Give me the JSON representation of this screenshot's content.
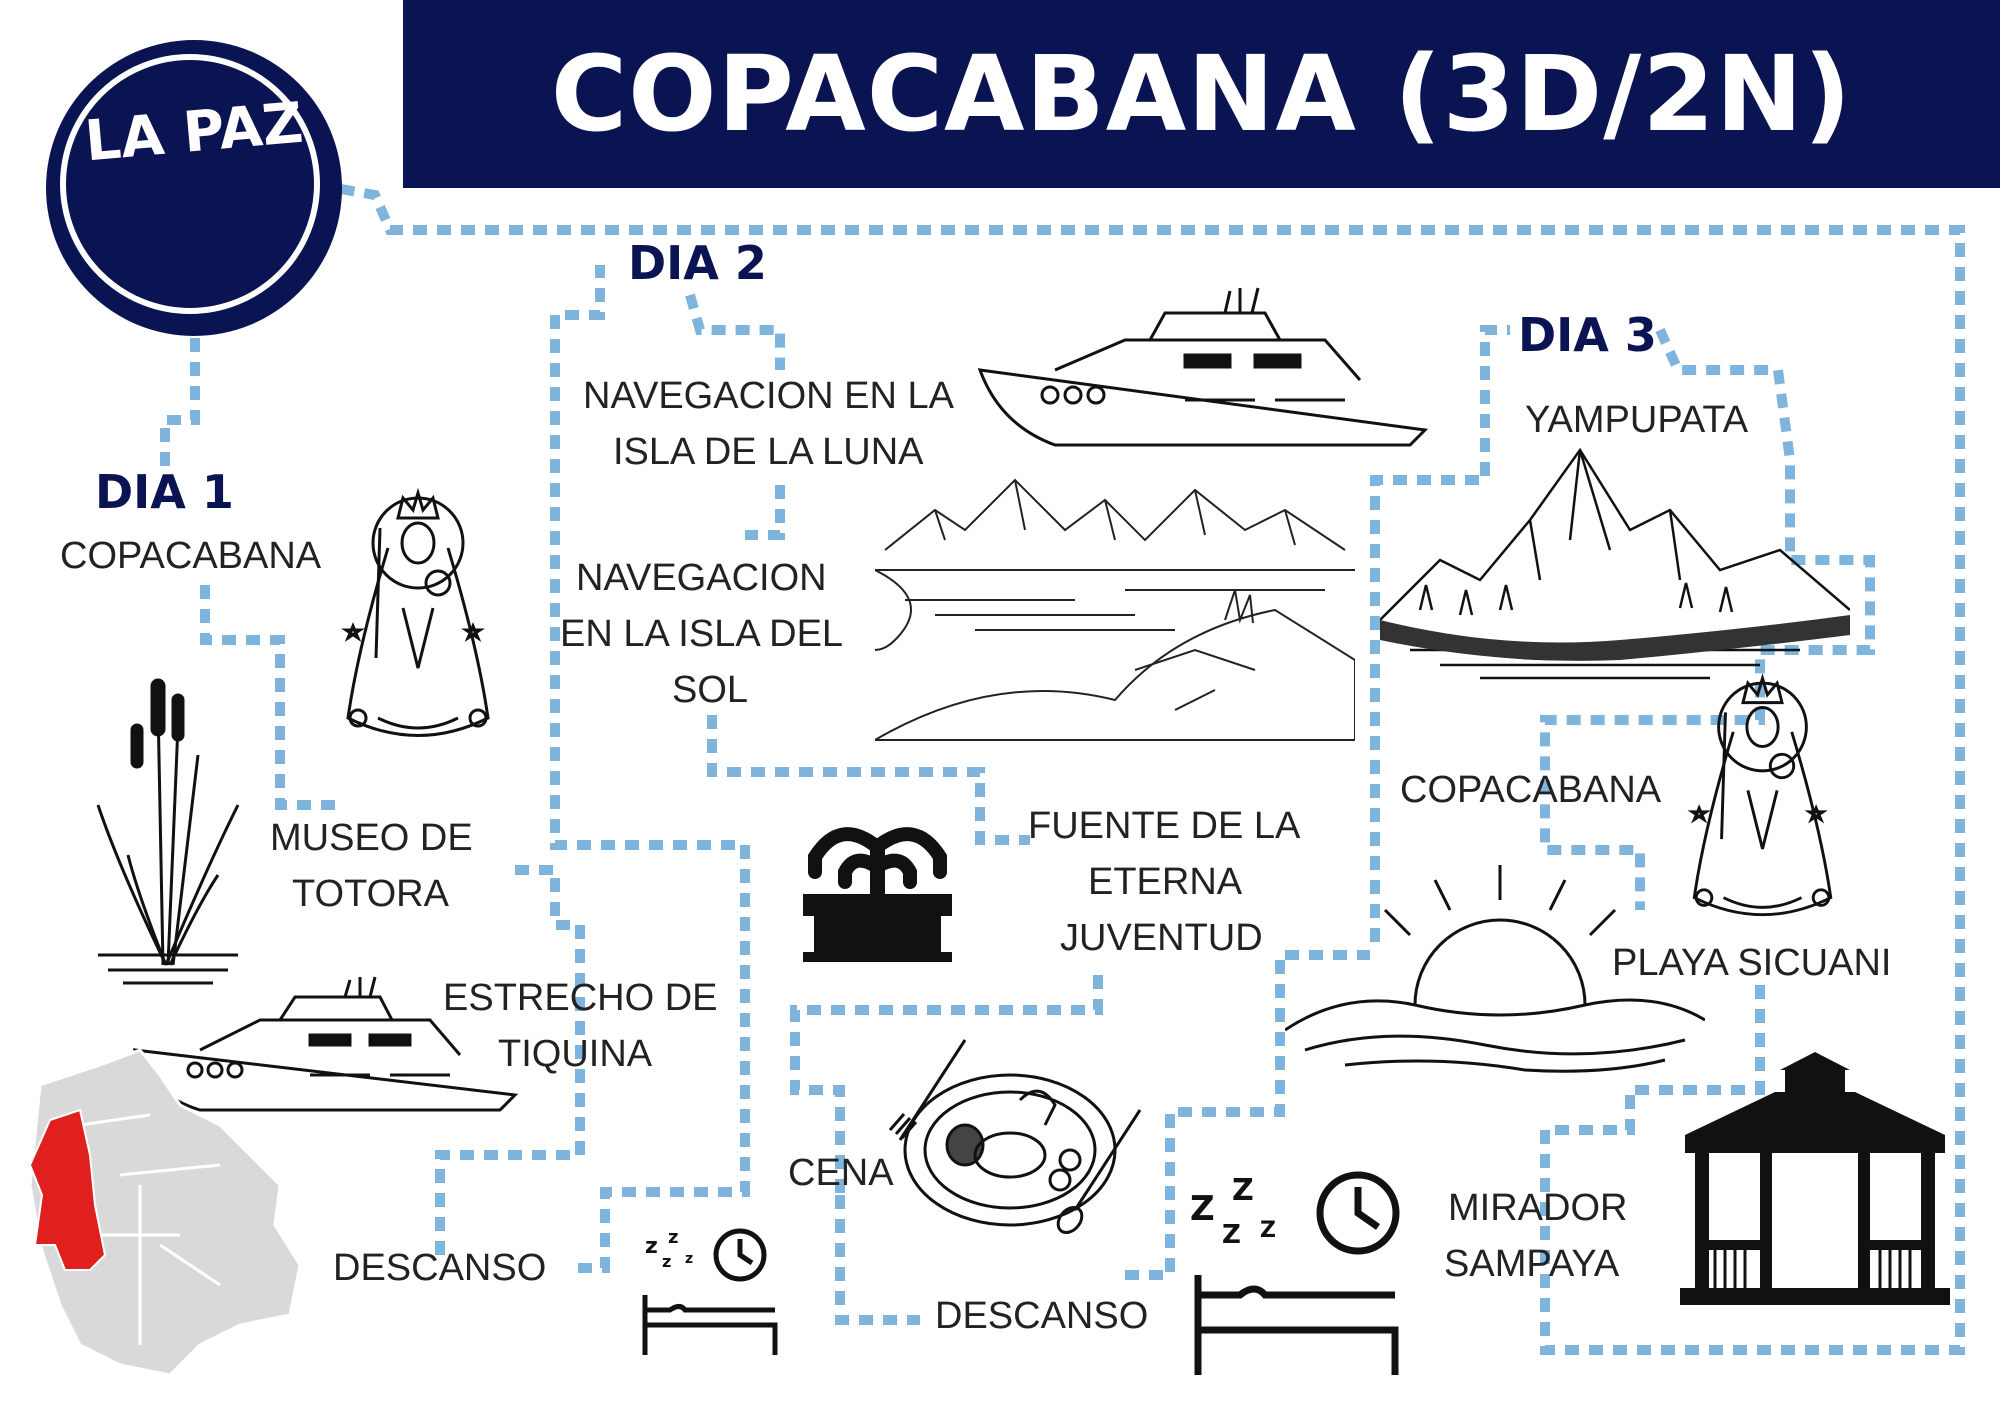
{
  "header": {
    "title": "COPACABANA (3D/2N)"
  },
  "origin": {
    "label": "LA PAZ"
  },
  "days": {
    "day1": {
      "label": "DIA 1",
      "stops": {
        "copacabana": "COPACABANA",
        "museo_1": "MUSEO DE",
        "museo_2": "TOTORA",
        "estrecho_1": "ESTRECHO DE",
        "estrecho_2": "TIQUINA",
        "descanso": "DESCANSO"
      }
    },
    "day2": {
      "label": "DIA 2",
      "stops": {
        "luna_1": "NAVEGACION EN LA",
        "luna_2": "ISLA DE LA LUNA",
        "sol_1": "NAVEGACION",
        "sol_2": "EN LA ISLA DEL",
        "sol_3": "SOL",
        "fuente_1": "FUENTE DE LA",
        "fuente_2": "ETERNA",
        "fuente_3": "JUVENTUD",
        "cena": "CENA",
        "descanso": "DESCANSO"
      }
    },
    "day3": {
      "label": "DIA 3",
      "stops": {
        "yampupata": "YAMPUPATA",
        "copacabana": "COPACABANA",
        "playa": "PLAYA SICUANI",
        "mirador_1": "MIRADOR",
        "mirador_2": "SAMPAYA"
      }
    }
  },
  "colors": {
    "navy": "#0b1452",
    "route": "#7fb4dd",
    "map_highlight": "#e01f1f",
    "map_base": "#d9d9d9"
  },
  "icons": [
    "virgin-icon",
    "totora-reed-icon",
    "boat-icon",
    "bolivia-map-icon",
    "sleep-bed-icon",
    "lake-mountains-icon",
    "fountain-icon",
    "dinner-plate-icon",
    "island-mountain-icon",
    "sunrise-icon",
    "gazebo-icon"
  ]
}
